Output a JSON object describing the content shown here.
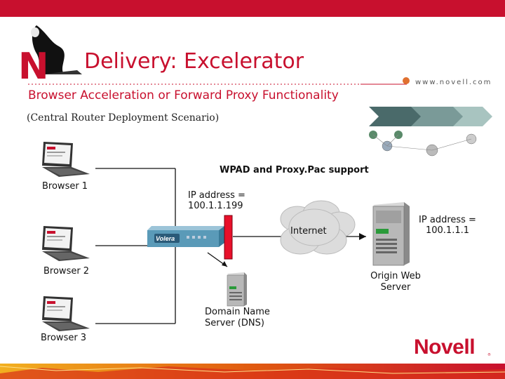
{
  "slide": {
    "title": "Delivery: Excelerator",
    "subtitle": "Browser Acceleration or Forward Proxy Functionality",
    "scenario": "(Central Router Deployment Scenario)",
    "url": "www.novell.com",
    "brand": "Novell",
    "brand_mark": "N"
  },
  "diagram": {
    "wpad_label": "WPAD and Proxy.Pac support",
    "browsers": [
      "Browser 1",
      "Browser 2",
      "Browser 3"
    ],
    "proxy_ip": "IP address = 100.1.1.199",
    "proxy_brand": "Volera",
    "internet": "Internet",
    "origin_ip": "IP address = 100.1.1.1",
    "origin_server": "Origin Web Server",
    "dns": "Domain Name Server (DNS)"
  },
  "colors": {
    "accent": "#c8102e",
    "text": "#111111"
  },
  "icons": [
    "laptop-icon",
    "server-icon",
    "cloud-icon",
    "router-icon",
    "proxy-appliance-icon",
    "novell-logo-icon"
  ]
}
